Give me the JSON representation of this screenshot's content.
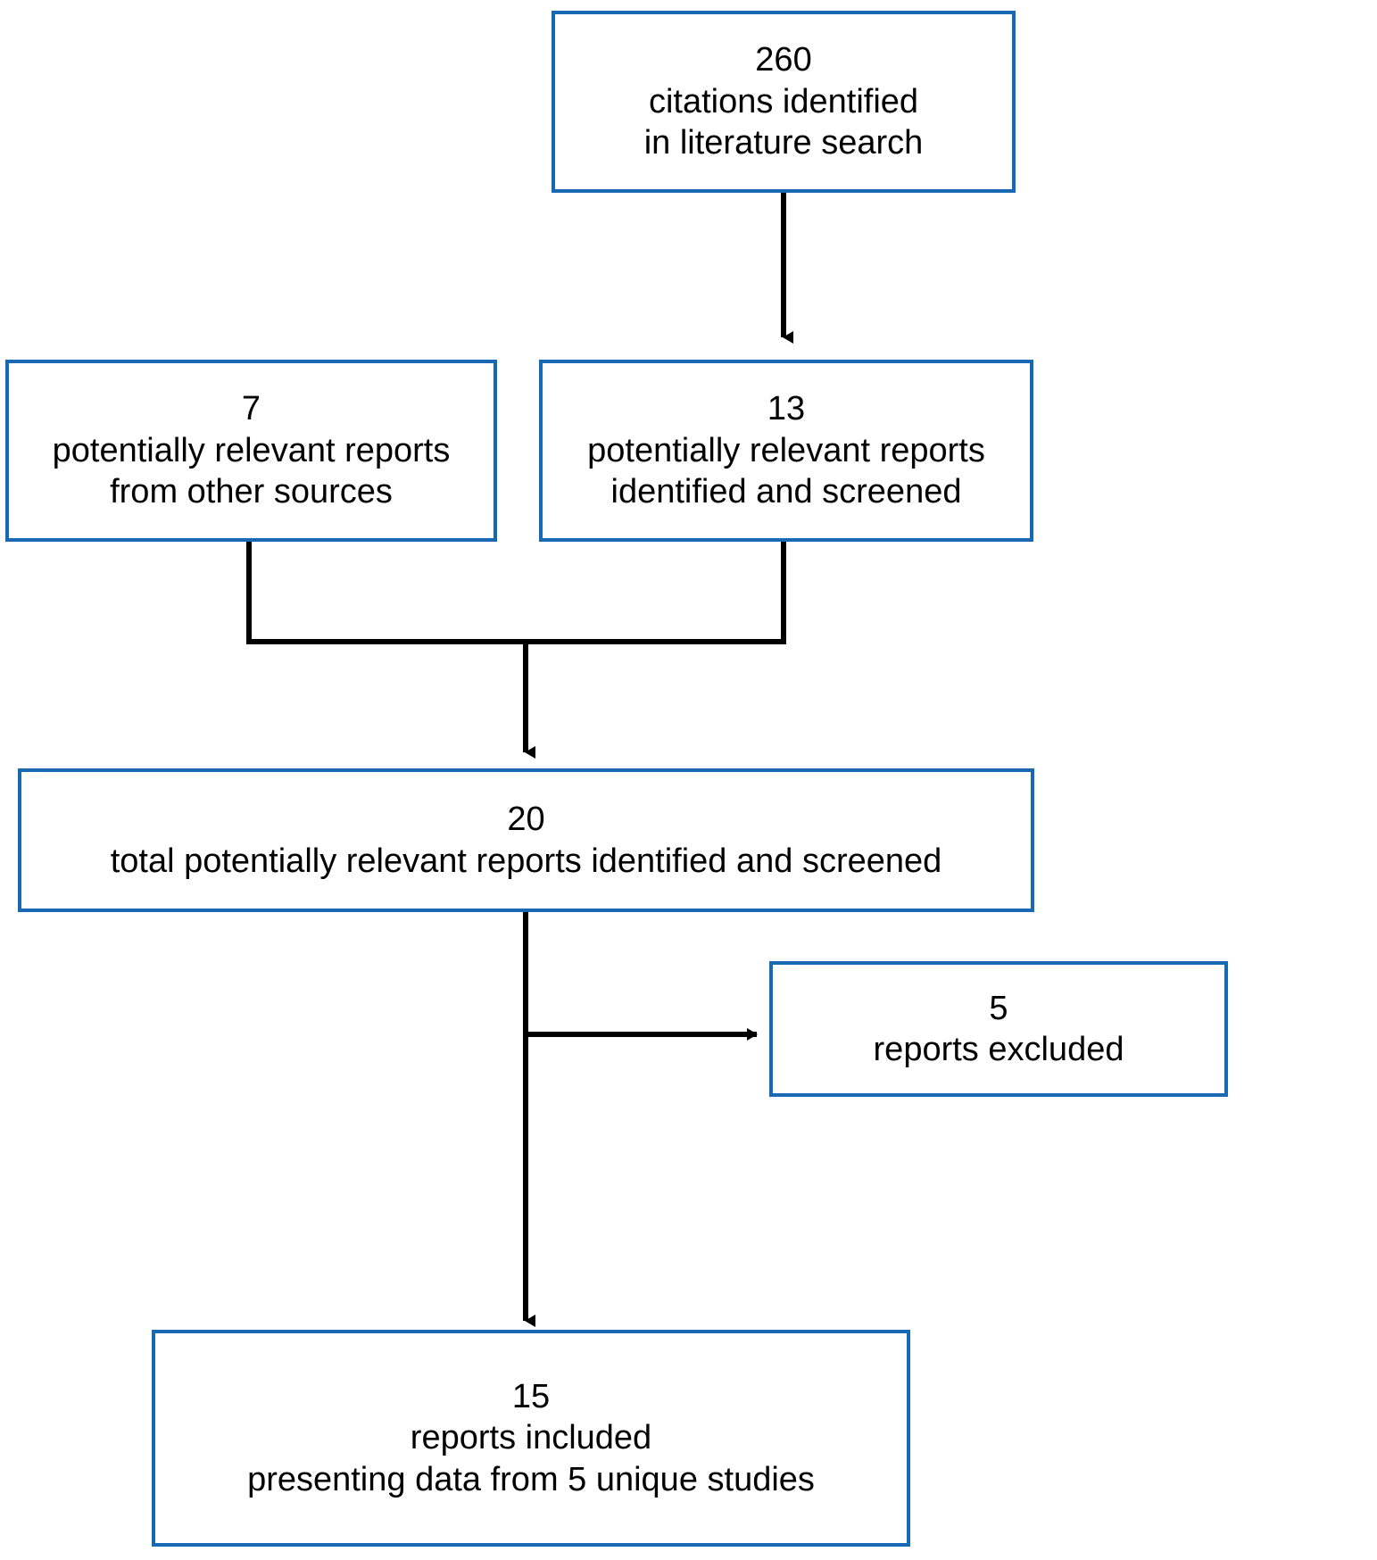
{
  "diagram": {
    "type": "prisma-flow-diagram",
    "accent_color": "#1769b4",
    "connector_color": "#000000",
    "background_color": "#ffffff",
    "text_color": "#000000",
    "nodes": {
      "identified": {
        "count": "260",
        "line1": "citations identified",
        "line2": "in literature search"
      },
      "other_sources": {
        "count": "7",
        "line1": "potentially relevant reports",
        "line2": "from other sources"
      },
      "screened": {
        "count": "13",
        "line1": "potentially relevant reports",
        "line2": "identified and screened"
      },
      "total_screened": {
        "count": "20",
        "line1": "total potentially relevant reports identified and screened"
      },
      "excluded": {
        "count": "5",
        "line1": "reports excluded"
      },
      "included": {
        "count": "15",
        "line1": "reports included",
        "line2": "presenting data from 5 unique studies"
      }
    }
  }
}
